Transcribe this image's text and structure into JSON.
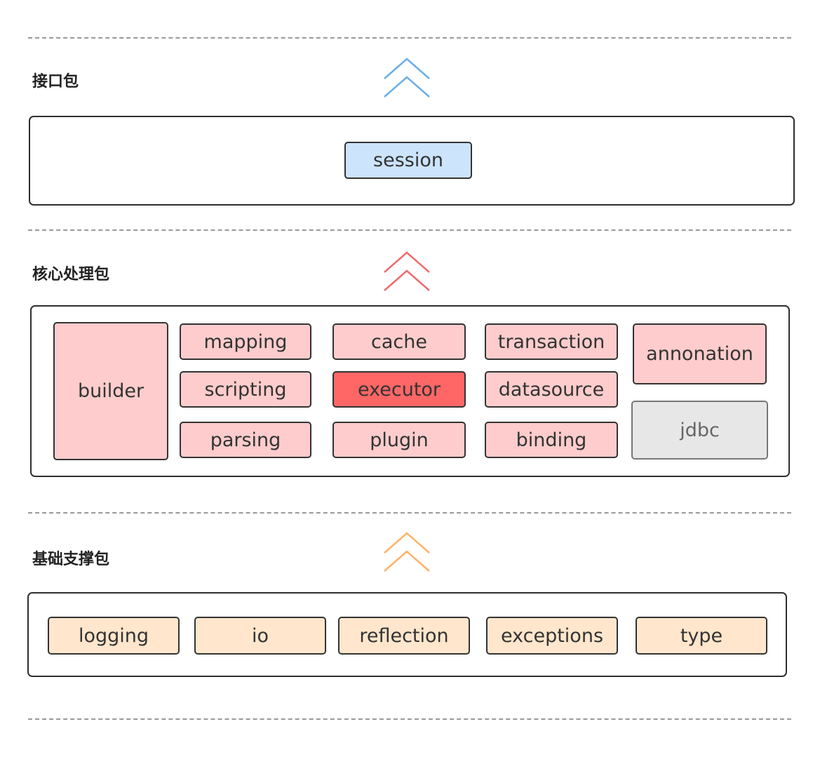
{
  "layers": {
    "interface": {
      "title": "接口包",
      "arrow_color": "#6aaee8",
      "modules": [
        "session"
      ]
    },
    "core": {
      "title": "核心处理包",
      "arrow_color": "#ee6b6b",
      "modules": [
        "builder",
        "mapping",
        "scripting",
        "parsing",
        "cache",
        "executor",
        "plugin",
        "transaction",
        "datasource",
        "binding",
        "annonation",
        "jdbc"
      ]
    },
    "base": {
      "title": "基础支撑包",
      "arrow_color": "#ffb366",
      "modules": [
        "logging",
        "io",
        "reflection",
        "exceptions",
        "type"
      ]
    }
  },
  "colors": {
    "interface_fill": "#cce4fc",
    "core_fill": "#fecccc",
    "highlight_fill": "#ff6666",
    "neutral_fill": "#e7e7e7",
    "base_fill": "#ffe6cc"
  }
}
